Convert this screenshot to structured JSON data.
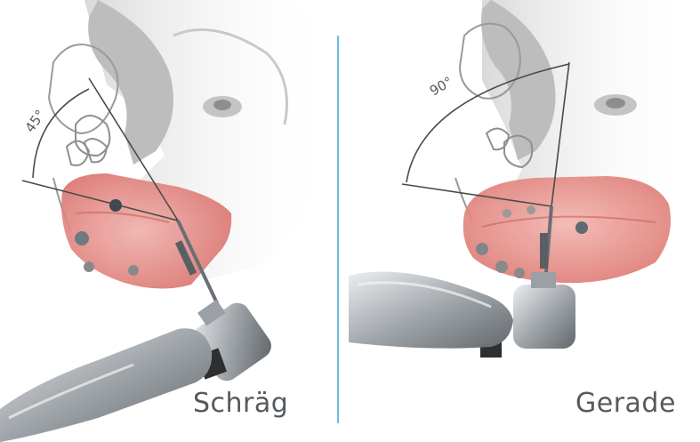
{
  "panels": [
    {
      "caption": "Schräg",
      "angle_label": "45°"
    },
    {
      "caption": "Gerade",
      "angle_label": "90°"
    }
  ],
  "colors": {
    "divider": "#3fa5d8",
    "gum": "#e58a86",
    "gum_dark": "#c8625e",
    "bone": "#cfcfcf",
    "metal": "#8f9499",
    "caption_text": "#555a5e"
  },
  "icons": [
    "skull-illustration",
    "handpiece-drill",
    "angle-arc"
  ]
}
